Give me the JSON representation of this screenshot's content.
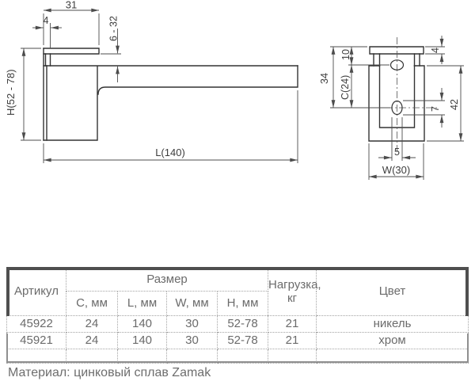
{
  "drawing": {
    "side_view": {
      "top_width": "31",
      "clamp_offset": "4",
      "glass_range": "6 - 32",
      "height": "H(52 - 78)",
      "length": "L(140)"
    },
    "front_view": {
      "plate_to_hole": "34",
      "top_to_hole": "10",
      "hole_spacing": "C(24)",
      "plate_thickness": "4",
      "body_height": "42",
      "slot_height": "7",
      "hole_width": "5",
      "width": "W(30)"
    }
  },
  "table": {
    "headers": {
      "article": "Артикул",
      "size": "Размер",
      "c": "C, мм",
      "l": "L, мм",
      "w": "W, мм",
      "h": "H, мм",
      "load_line1": "Нагрузка,",
      "load_line2": "кг",
      "color": "Цвет"
    },
    "rows": [
      {
        "article": "45922",
        "c": "24",
        "l": "140",
        "w": "30",
        "h": "52-78",
        "load": "21",
        "color": "никель"
      },
      {
        "article": "45921",
        "c": "24",
        "l": "140",
        "w": "30",
        "h": "52-78",
        "load": "21",
        "color": "хром"
      }
    ]
  },
  "footer": {
    "material": "Материал: цинковый сплав Zamak"
  },
  "colors": {
    "outline": "#333333",
    "dimension": "#4c4c4c",
    "table_text": "#6b6b6b",
    "frame_dark": "#4f4f4f",
    "frame_light": "#8f8f8f",
    "dotted_rule": "#a3a3a3"
  }
}
